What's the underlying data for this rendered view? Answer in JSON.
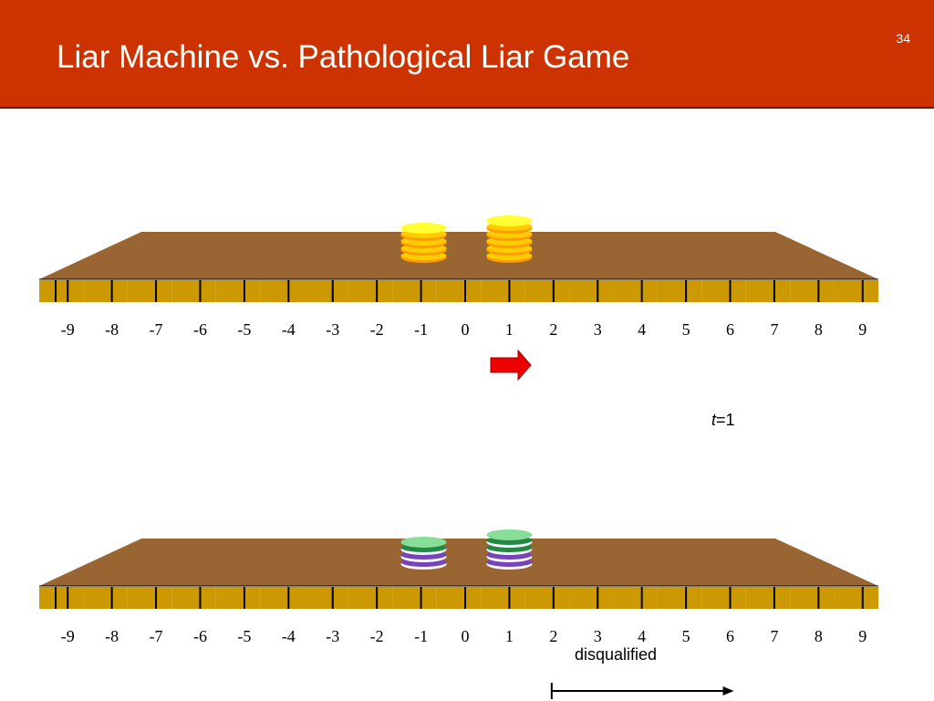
{
  "slide": {
    "title": "Liar Machine vs. Pathological Liar Game",
    "number": "34"
  },
  "boards": [
    {
      "name": "liar-machine-board",
      "positions": [
        "-9",
        "-8",
        "-7",
        "-6",
        "-5",
        "-4",
        "-3",
        "-2",
        "-1",
        "0",
        "1",
        "2",
        "3",
        "4",
        "5",
        "6",
        "7",
        "8",
        "9"
      ],
      "stacks": [
        {
          "position": "-1",
          "chips": [
            "#ffcc00",
            "#ffcc00",
            "#ffcc00",
            "#ffcc00"
          ],
          "top": "#ffff33",
          "rim": "#ff9900"
        },
        {
          "position": "1",
          "chips": [
            "#ffcc00",
            "#ffcc00",
            "#ffcc00",
            "#ffcc00",
            "#ffcc00"
          ],
          "top": "#ffff33",
          "rim": "#ff9900"
        }
      ],
      "arrow": {
        "from": "0",
        "color": "#ee0000",
        "direction": "right"
      }
    },
    {
      "name": "pathological-liar-board",
      "positions": [
        "-9",
        "-8",
        "-7",
        "-6",
        "-5",
        "-4",
        "-3",
        "-2",
        "-1",
        "0",
        "1",
        "2",
        "3",
        "4",
        "5",
        "6",
        "7",
        "8",
        "9"
      ],
      "stacks": [
        {
          "position": "-1",
          "chips": [
            "#7744bb",
            "#7744bb",
            "#228844"
          ],
          "top": "#88dd99",
          "rim": "#ffffff"
        },
        {
          "position": "1",
          "chips": [
            "#7744bb",
            "#7744bb",
            "#228844",
            "#228844"
          ],
          "top": "#88dd99",
          "rim": "#ffffff"
        }
      ],
      "disqualified": {
        "label": "disqualified",
        "from": "2",
        "to": "6"
      }
    }
  ],
  "time_label": {
    "var": "t",
    "rest": "=1"
  },
  "colors": {
    "header": "#cc3300",
    "board_top": "#996633",
    "board_front": "#cc9900"
  }
}
